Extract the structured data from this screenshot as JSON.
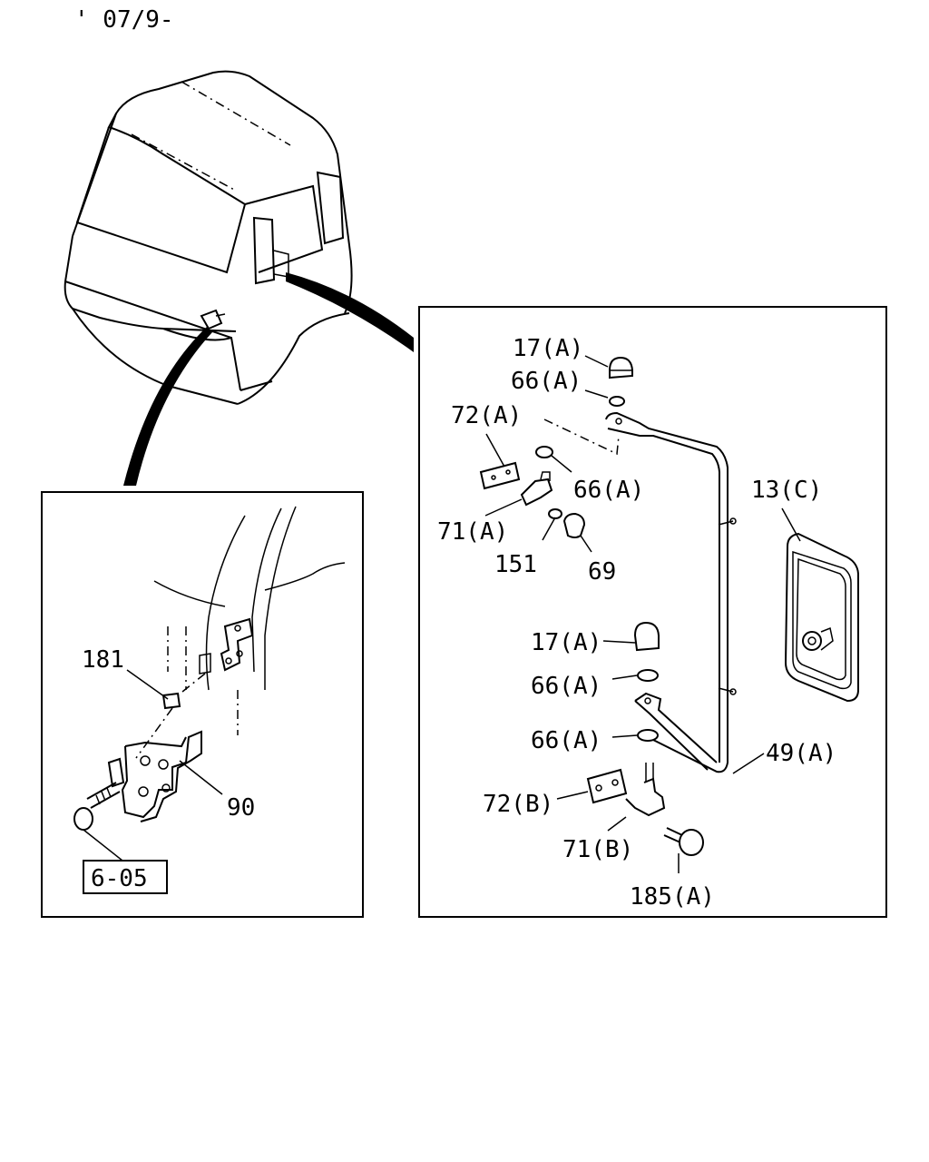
{
  "header": {
    "date_code": "' 07/9-"
  },
  "labels": {
    "p17a_top": "17(A)",
    "p66a_1": "66(A)",
    "p72a": "72(A)",
    "p66a_2": "66(A)",
    "p71a": "71(A)",
    "p151": "151",
    "p69": "69",
    "p13c": "13(C)",
    "p17a_mid": "17(A)",
    "p66a_3": "66(A)",
    "p66a_4": "66(A)",
    "p49a": "49(A)",
    "p72b": "72(B)",
    "p71b": "71(B)",
    "p185a": "185(A)",
    "p181": "181",
    "p90": "90",
    "ref_box": "6-05"
  },
  "icons": [
    "cab-outline-icon",
    "mirror-head-icon",
    "mirror-stay-icon",
    "cap-nut-icon",
    "washer-icon",
    "bracket-icon",
    "bolt-icon"
  ]
}
